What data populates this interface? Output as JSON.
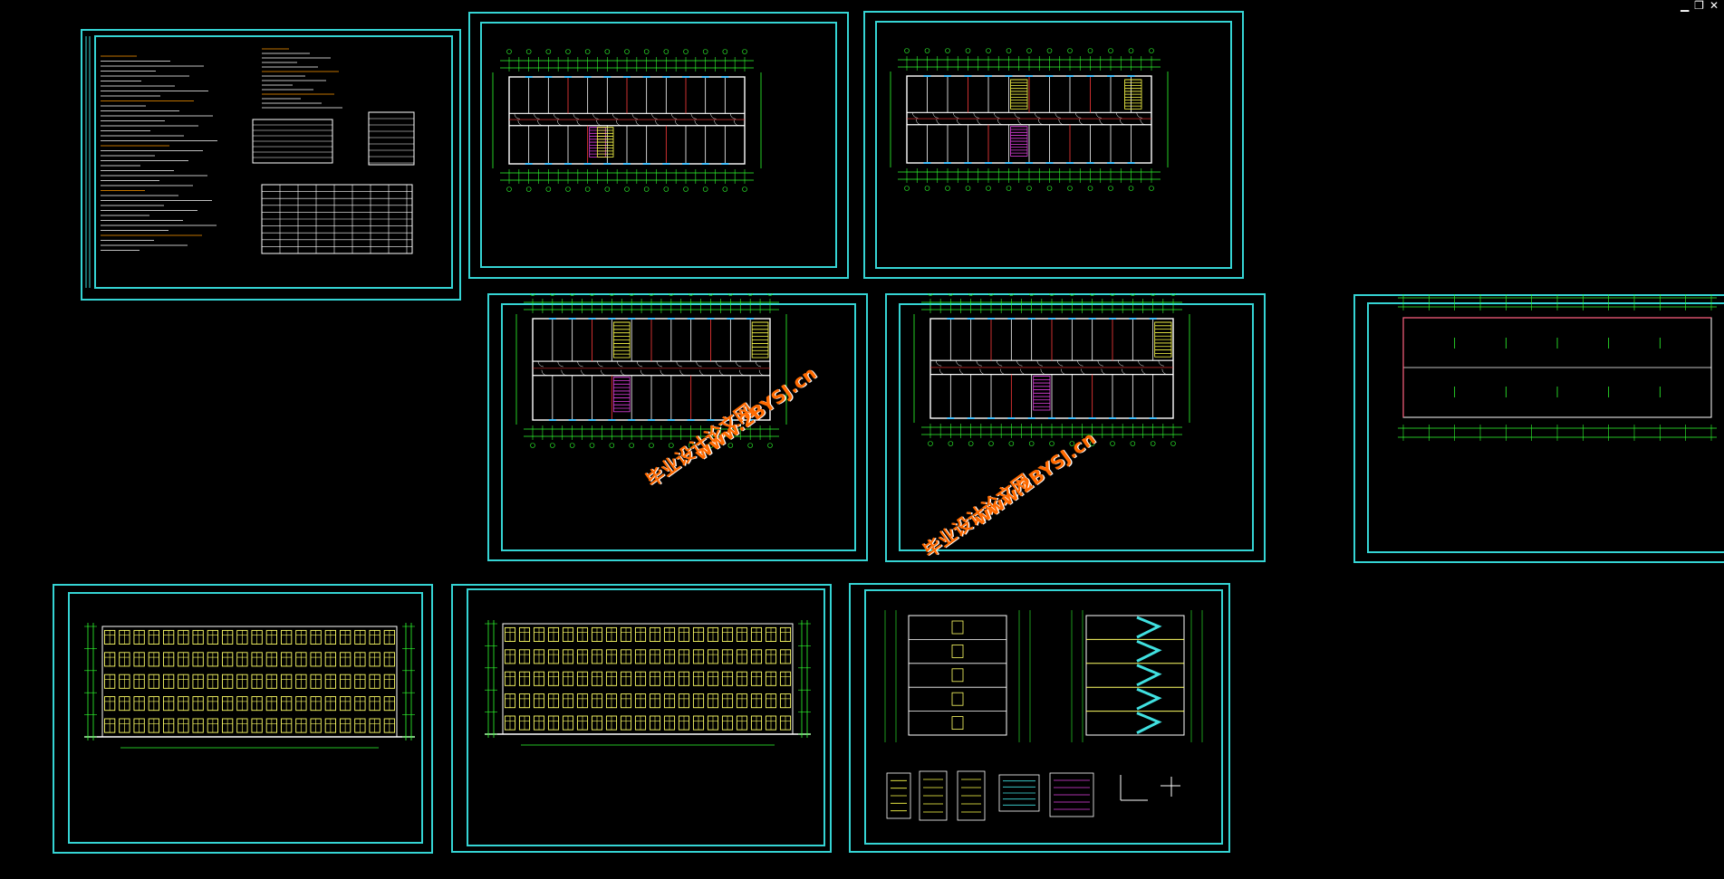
{
  "window": {
    "minimize_icon": "minimize-icon",
    "restore_icon": "restore-icon",
    "close_icon": "close-icon"
  },
  "colors": {
    "background": "#000000",
    "sheet_frame": "#35d4d4",
    "grid": "#2fff2f",
    "wall": "#ffffff",
    "axis": "#ff3b3b",
    "stair": "#ffff4a",
    "stair_hatch": "#e040e0",
    "window_glazing": "#ffff66",
    "watermark": "#ff6a00"
  },
  "sheets": [
    {
      "id": "design-notes",
      "type": "notes"
    },
    {
      "id": "ground-floor-plan",
      "type": "plan"
    },
    {
      "id": "upper-floor-plan-a",
      "type": "plan"
    },
    {
      "id": "standard-floor-plan-a",
      "type": "plan"
    },
    {
      "id": "standard-floor-plan-b",
      "type": "plan"
    },
    {
      "id": "roof-plan",
      "type": "roof"
    },
    {
      "id": "front-elevation",
      "type": "elevation"
    },
    {
      "id": "rear-elevation",
      "type": "elevation"
    },
    {
      "id": "sections-and-details",
      "type": "section"
    }
  ],
  "watermarks": {
    "site_name": "毕业设计论文网",
    "site_url": "www.2BYSJ.cn"
  }
}
